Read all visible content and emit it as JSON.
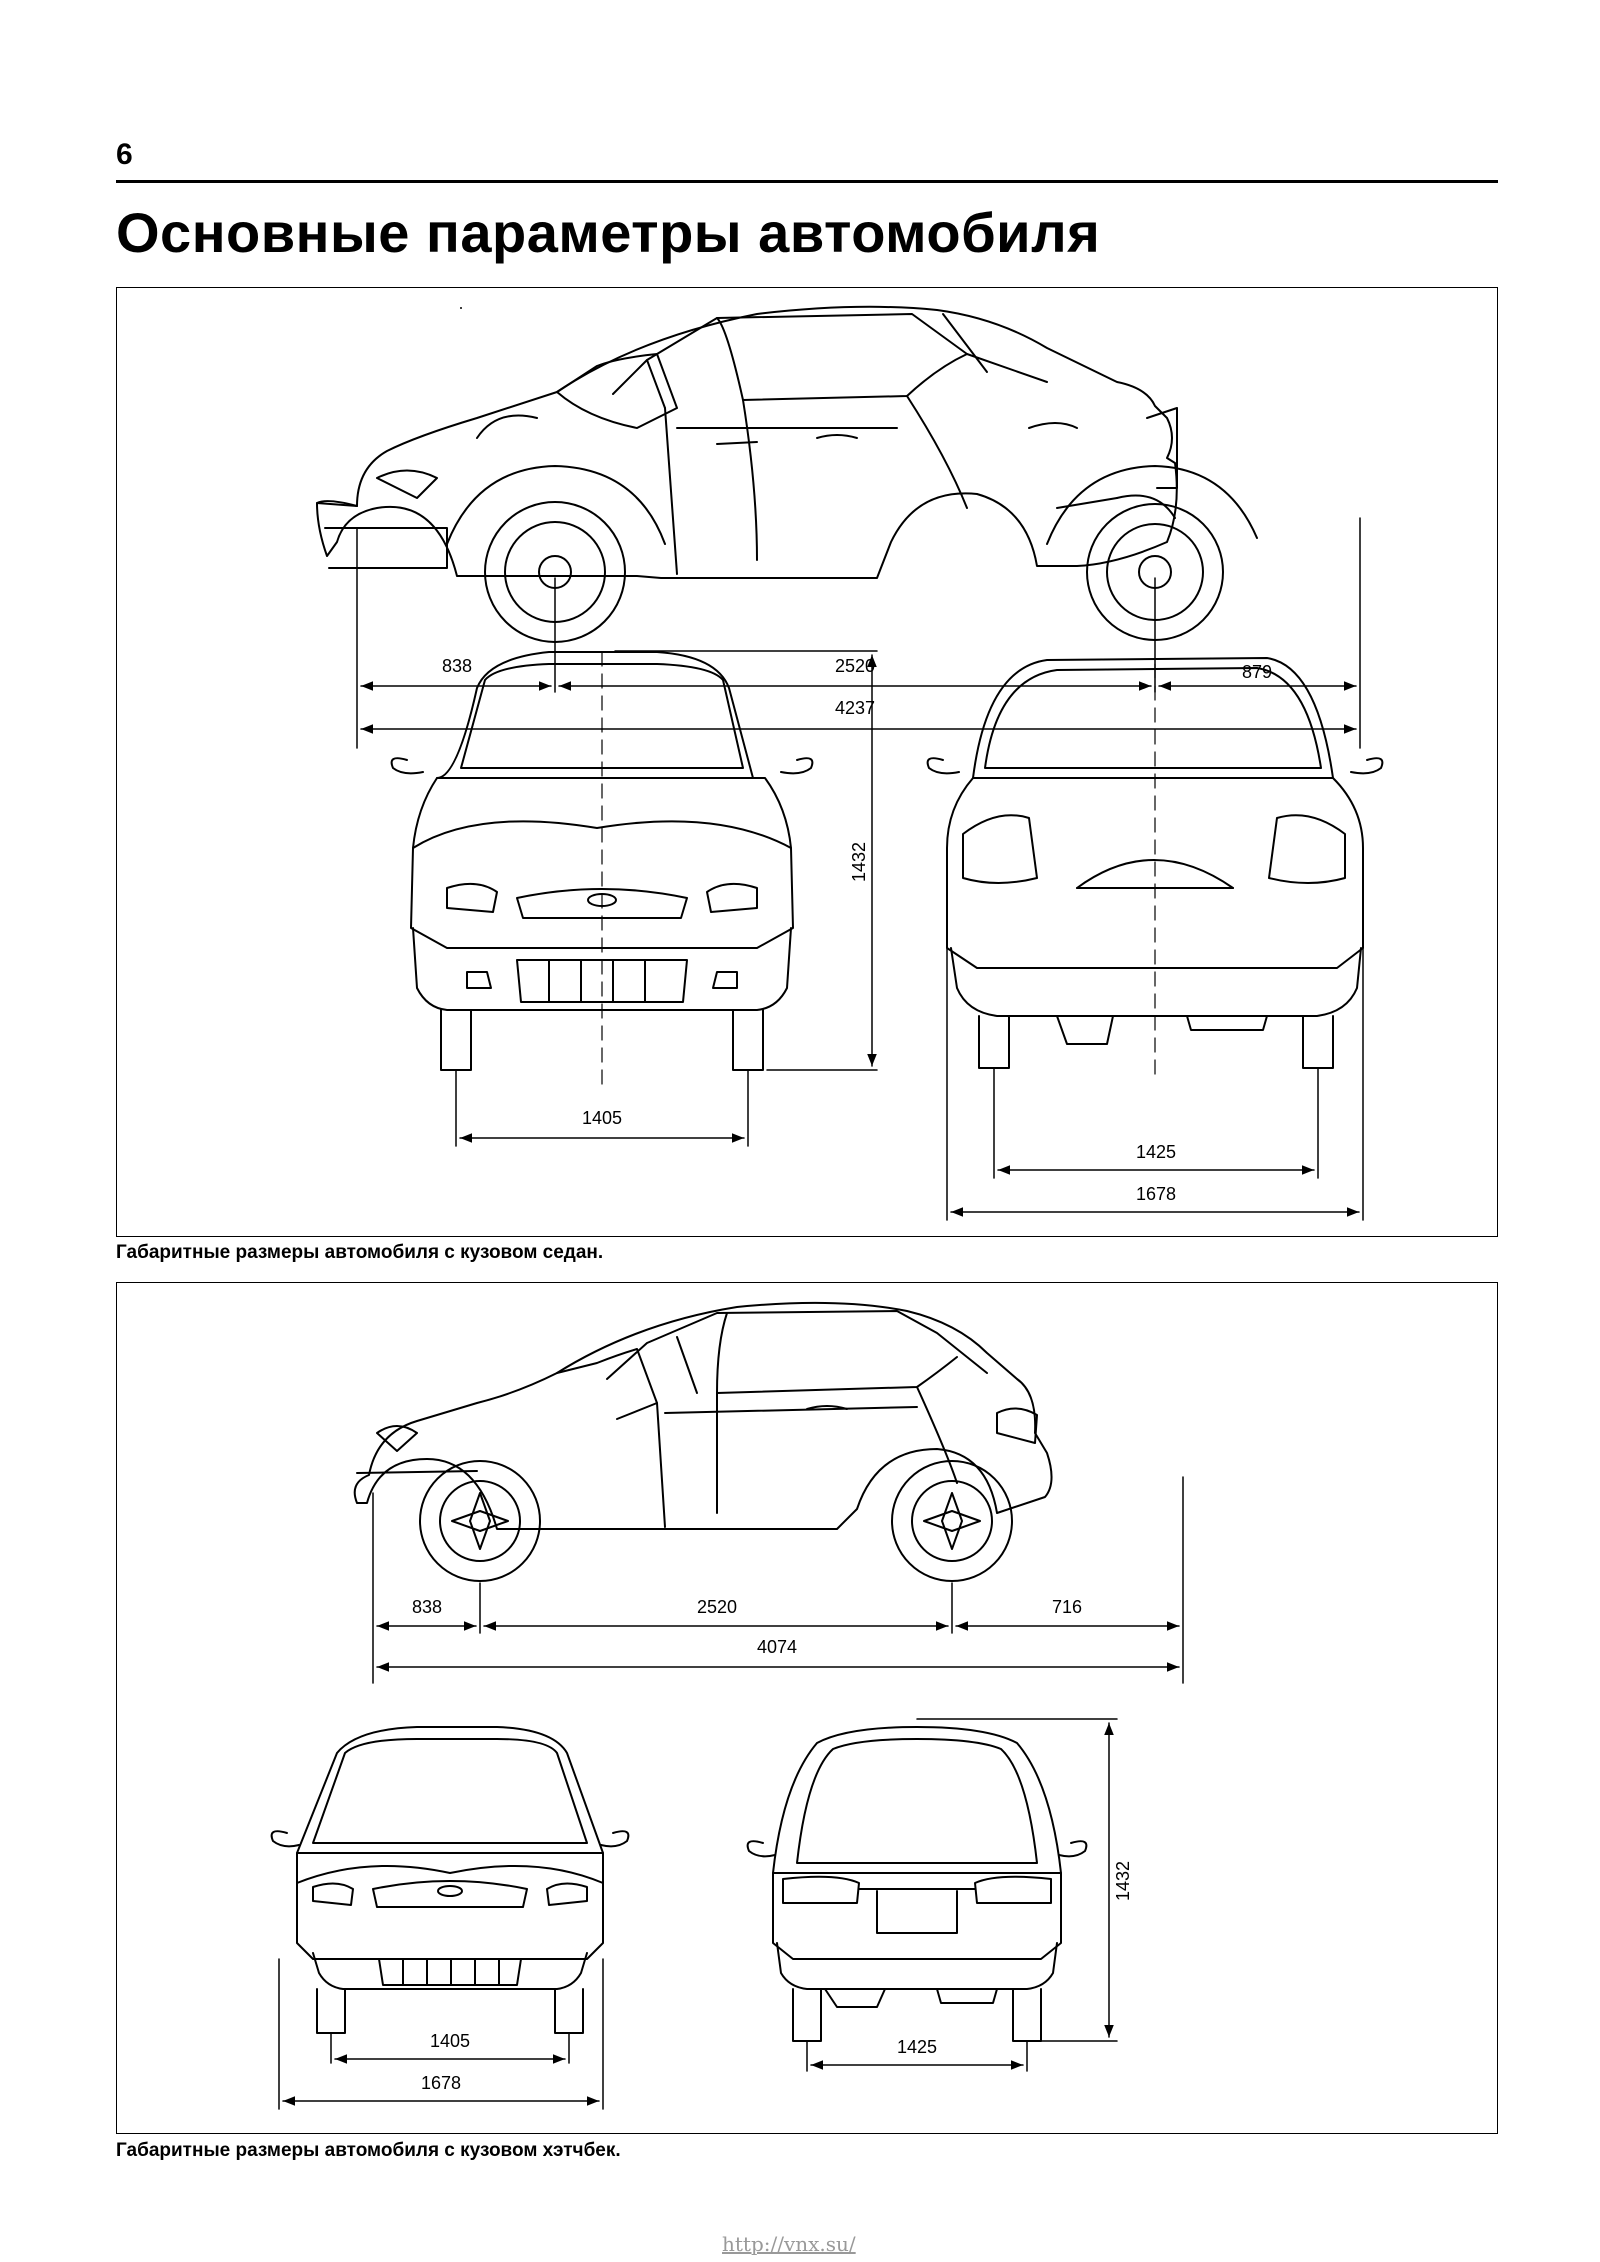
{
  "page": {
    "number": "6",
    "title": "Основные параметры автомобиля",
    "footer_url": "http://vnx.su/"
  },
  "sedan": {
    "caption": "Габаритные размеры автомобиля с кузовом седан.",
    "front_overhang": "838",
    "wheelbase": "2520",
    "rear_overhang": "879",
    "length": "4237",
    "height": "1432",
    "front_track": "1405",
    "rear_track": "1425",
    "width": "1678"
  },
  "hatchback": {
    "caption": "Габаритные размеры автомобиля с кузовом хэтчбек.",
    "front_overhang": "838",
    "wheelbase": "2520",
    "rear_overhang": "716",
    "length": "4074",
    "height": "1432",
    "front_track": "1405",
    "width": "1678",
    "rear_track": "1425"
  }
}
